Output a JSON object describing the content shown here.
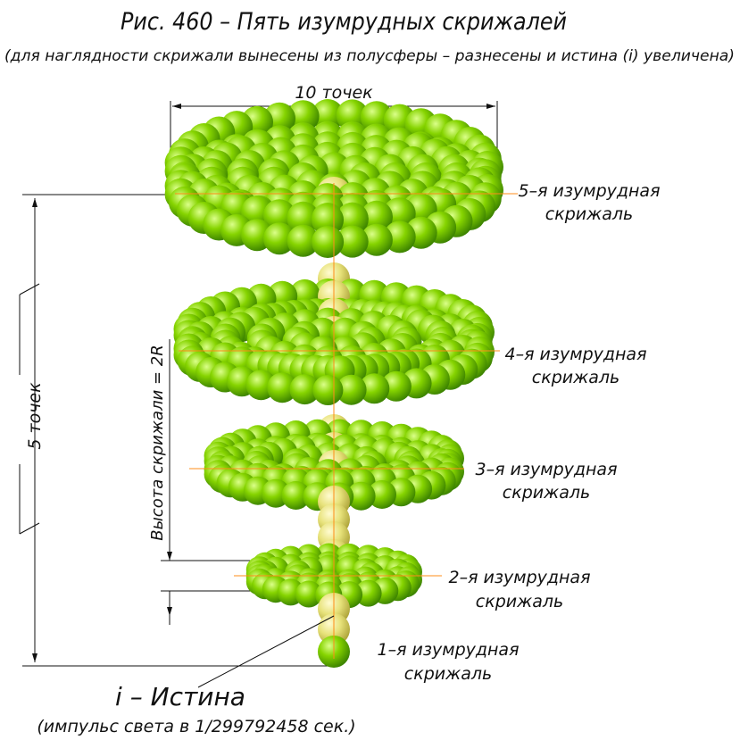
{
  "title": "Рис. 460 – Пять изумрудных скрижалей",
  "subtitle": "(для наглядности скрижали вынесены из полусферы – разнесены и истина (i) увеличена)",
  "dims": {
    "width_label": "10 точек",
    "height_label": "5 точек",
    "tablet_height_label": "Высота скрижали = 2R"
  },
  "tablets": [
    {
      "line1": "5–я изумрудная",
      "line2": "скрижаль"
    },
    {
      "line1": "4–я изумрудная",
      "line2": "скрижаль"
    },
    {
      "line1": "3–я изумрудная",
      "line2": "скрижаль"
    },
    {
      "line1": "2–я изумрудная",
      "line2": "скрижаль"
    },
    {
      "line1": "1–я изумрудная",
      "line2": "скрижаль"
    }
  ],
  "truth": {
    "label": "i – Истина",
    "note": "(импульс света в 1/299792458 сек.)"
  },
  "colors": {
    "emerald": "#7fd000",
    "emerald_dark": "#3f8a00",
    "truth": "#e6e37a",
    "truth_dark": "#b7b142",
    "axis": "#ff8c1a",
    "ink": "#111111"
  }
}
